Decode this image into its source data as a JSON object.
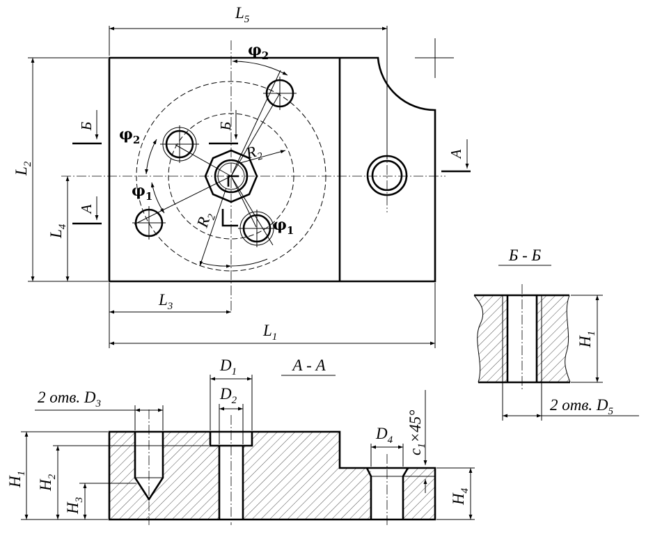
{
  "dimensions": {
    "L1": {
      "base": "L",
      "sub": "1"
    },
    "L2": {
      "base": "L",
      "sub": "2"
    },
    "L3": {
      "base": "L",
      "sub": "3"
    },
    "L4": {
      "base": "L",
      "sub": "4"
    },
    "L5": {
      "base": "L",
      "sub": "5"
    },
    "R2": {
      "base": "R",
      "sub": "2"
    },
    "D1": {
      "base": "D",
      "sub": "1"
    },
    "D2": {
      "base": "D",
      "sub": "2"
    },
    "D4": {
      "base": "D",
      "sub": "4"
    },
    "H1": {
      "base": "H",
      "sub": "1"
    },
    "H2": {
      "base": "H",
      "sub": "2"
    },
    "H3": {
      "base": "H",
      "sub": "3"
    },
    "H4": {
      "base": "H",
      "sub": "4"
    },
    "phi1": {
      "base": "φ",
      "sub": "1"
    },
    "phi2": {
      "base": "φ",
      "sub": "2"
    },
    "D3_holes": {
      "prefix": "2 отв. D",
      "sub": "3"
    },
    "D5_holes": {
      "prefix": "2 отв. D",
      "sub": "5"
    },
    "chamfer": {
      "base": "c",
      "sub": "1",
      "suffix": "×45°"
    }
  },
  "section_labels": {
    "A": "А",
    "B": "Б",
    "section_AA": "А - А",
    "section_BB": "Б - Б"
  }
}
